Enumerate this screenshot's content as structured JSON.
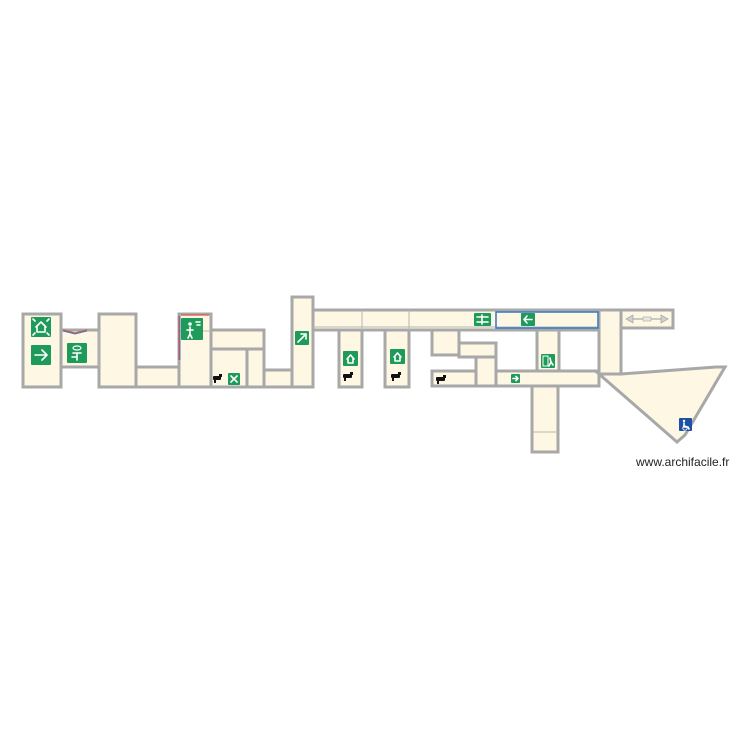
{
  "watermark": {
    "text": "www.archifacile.fr"
  },
  "colors": {
    "room_fill": "#fdf7e3",
    "wall": "#a8a8a8",
    "safety_sign": "#1e9a5a",
    "accessibility_sign": "#1d4fa3",
    "highlight_frame": "#3f7fc9",
    "door_red": "#d9534f"
  },
  "symbols": [
    "assembly-point-sign",
    "exit-arrow-right-sign",
    "eye-wash-station-sign",
    "safety-shower-sign",
    "exit-arrow-diagonal-sign",
    "assembly-point-sign",
    "assembly-point-sign",
    "emergency-door-release-sign",
    "exit-arrow-left-sign",
    "emergency-exit-running-man-sign",
    "exit-arrow-right-sign",
    "wheelchair-accessible-sign",
    "fire-extinguisher-icon"
  ]
}
